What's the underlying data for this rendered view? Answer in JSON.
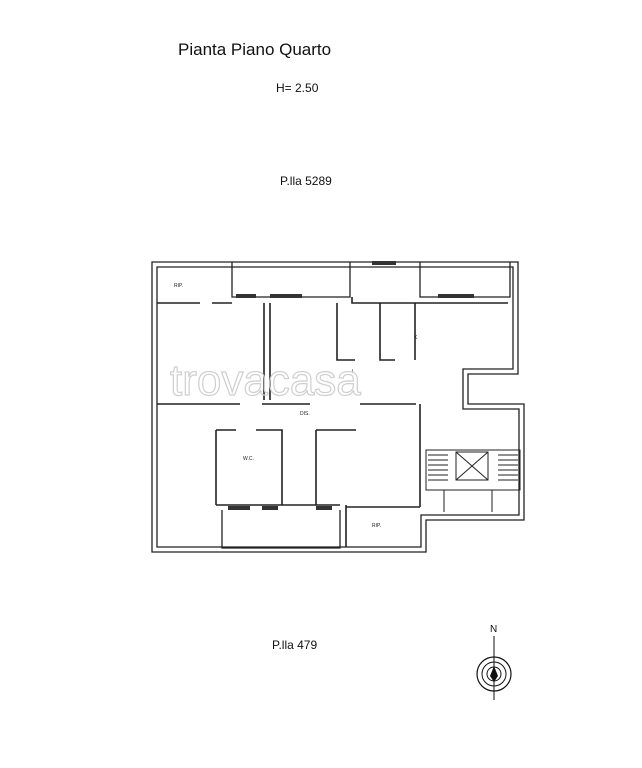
{
  "title": "Pianta Piano Quarto",
  "height_label": "H= 2.50",
  "parcel_top": "P.lla 5289",
  "parcel_bottom": "P.lla 479",
  "rooms": {
    "rip_top": "RIP.",
    "kitchen": "K",
    "corridor": "DIS.",
    "wc": "W.C.",
    "rip_bottom": "RIP.",
    "letto": "L"
  },
  "watermark": "trovacasa",
  "compass": {
    "north_label": "N"
  }
}
